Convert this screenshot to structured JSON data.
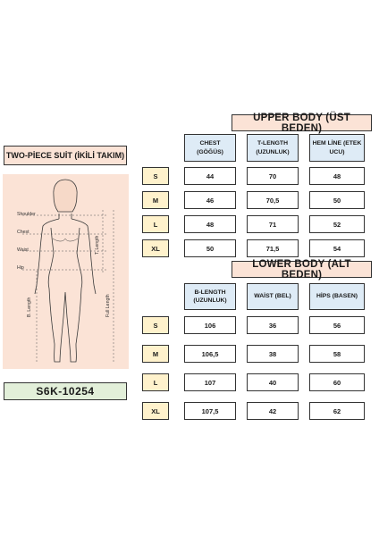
{
  "product": {
    "title": "TWO-PİECE SUİT (İKİLİ TAKIM)",
    "code": "S6K-10254"
  },
  "figure": {
    "labels": {
      "shoulder": "Shoulder",
      "chest": "Chest",
      "waist": "Waist",
      "hip": "Hip",
      "b_length": "B. Length",
      "t_length": "T. Length",
      "full_length": "Full Length"
    }
  },
  "upper": {
    "title": "UPPER BODY (ÜST BEDEN)",
    "headers": [
      "CHEST (GÖĞÜS)",
      "T-LENGTH (UZUNLUK)",
      "HEM LİNE (ETEK UCU)"
    ],
    "rows": [
      {
        "size": "S",
        "values": [
          "44",
          "70",
          "48"
        ]
      },
      {
        "size": "M",
        "values": [
          "46",
          "70,5",
          "50"
        ]
      },
      {
        "size": "L",
        "values": [
          "48",
          "71",
          "52"
        ]
      },
      {
        "size": "XL",
        "values": [
          "50",
          "71,5",
          "54"
        ]
      }
    ]
  },
  "lower": {
    "title": "LOWER BODY (ALT BEDEN)",
    "headers": [
      "B-LENGTH (UZUNLUK)",
      "WAİST (BEL)",
      "HİPS (BASEN)"
    ],
    "rows": [
      {
        "size": "S",
        "values": [
          "106",
          "36",
          "56"
        ]
      },
      {
        "size": "M",
        "values": [
          "106,5",
          "38",
          "58"
        ]
      },
      {
        "size": "L",
        "values": [
          "107",
          "40",
          "60"
        ]
      },
      {
        "size": "XL",
        "values": [
          "107,5",
          "42",
          "62"
        ]
      }
    ]
  },
  "colors": {
    "title_bg": "#fbe3d6",
    "header_bg": "#deebf6",
    "size_bg": "#fff2cc",
    "code_bg": "#e2efd9"
  }
}
